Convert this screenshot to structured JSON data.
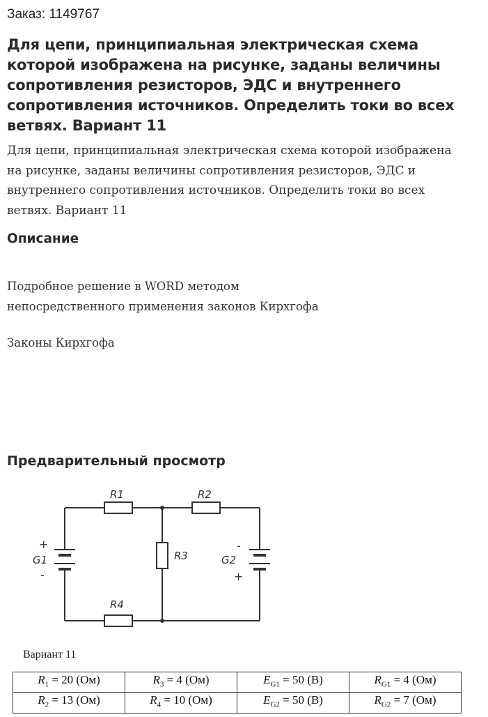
{
  "order": {
    "label": "Заказ: 1149767"
  },
  "title": "Для цепи, принципиальная электрическая схема которой изображена на рисунке, заданы величины сопротивления резисторов, ЭДС и внутреннего сопротивления источников. Определить токи во всех ветвях. Вариант 11",
  "intro": "Для цепи, принципиальная электрическая схема которой изображена на рисунке, заданы величины сопротивления резисторов, ЭДС и внутреннего сопротивления источников. Определить токи во всех ветвях. Вариант 11",
  "description": {
    "heading": "Описание",
    "line1": "Подробное решение в WORD методом",
    "line2": "непосредственного применения законов Кирхгофа",
    "line3": "Законы Кирхгофа"
  },
  "preview": {
    "heading": "Предварительный просмотр",
    "schematic": {
      "r1": "R1",
      "r2": "R2",
      "r3": "R3",
      "r4": "R4",
      "g1": "G1",
      "g2": "G2",
      "plus": "+",
      "minus": "-"
    },
    "variant_label": "Вариант 11",
    "table": [
      [
        {
          "sym": "R",
          "sub": "1",
          "val": " = 20 (Ом)"
        },
        {
          "sym": "R",
          "sub": "3",
          "val": " = 4 (Ом)"
        },
        {
          "sym": "E",
          "sub": "G1",
          "val": " = 50 (В)"
        },
        {
          "sym": "R",
          "sub": "G1",
          "val": " = 4 (Ом)"
        }
      ],
      [
        {
          "sym": "R",
          "sub": "2",
          "val": " = 13 (Ом)"
        },
        {
          "sym": "R",
          "sub": "4",
          "val": " = 10 (Ом)"
        },
        {
          "sym": "E",
          "sub": "G2",
          "val": " = 50 (В)"
        },
        {
          "sym": "R",
          "sub": "G2",
          "val": " = 7 (Ом)"
        }
      ]
    ]
  }
}
